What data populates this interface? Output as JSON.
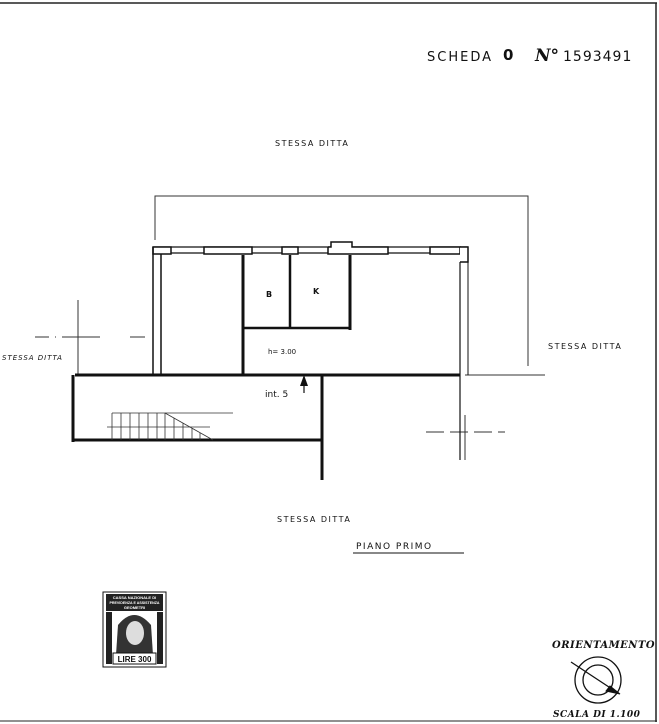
{
  "header": {
    "scheda_label": "SCHEDA",
    "scheda_value": "0",
    "number_label": "N°",
    "number_value": "1593491"
  },
  "neighbors": {
    "top": "STESSA DITTA",
    "right": "STESSA DITTA",
    "left": "STESSA DITTA",
    "bottom": "STESSA DITTA"
  },
  "rooms": {
    "bath": "B",
    "kitchen": "K",
    "height": "h= 3.00",
    "unit": "int. 5"
  },
  "floor_label": "PIANO PRIMO",
  "stamp": {
    "line1": "CASSA NAZIONALE DI",
    "line2": "PREVIDENZA E ASSISTENZA",
    "line3": "GEOMETRI",
    "value": "LIRE 300"
  },
  "orientation": {
    "title": "ORIENTAMENTO",
    "scale": "SCALA DI 1.100"
  }
}
